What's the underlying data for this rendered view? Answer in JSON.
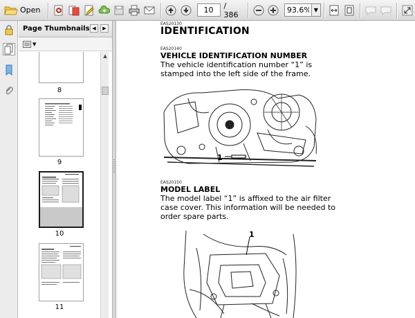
{
  "toolbar": {
    "open_label": "Open",
    "page_current": "10",
    "page_separator": "/",
    "page_total": "386",
    "zoom_value": "93.6%"
  },
  "panel": {
    "title": "Page Thumbnails",
    "thumbnails": [
      {
        "label": "8"
      },
      {
        "label": "9"
      },
      {
        "label": "10"
      },
      {
        "label": "11"
      }
    ]
  },
  "document": {
    "section_code": "EAS20130",
    "title": "IDENTIFICATION",
    "vin": {
      "code": "EAS20140",
      "heading": "VEHICLE IDENTIFICATION NUMBER",
      "text_line1": "The vehicle identification number “1” is",
      "text_line2": "stamped into the left side of the frame.",
      "callout": "1"
    },
    "model_label": {
      "code": "EAS20150",
      "heading": "MODEL LABEL",
      "text_line1": "The model label “1” is affixed to the air filter",
      "text_line2": "case cover. This information will be needed to",
      "text_line3": "order spare parts.",
      "callout": "1"
    }
  },
  "icons": {
    "open": "folder-open-icon",
    "zoom_in": "plus-icon",
    "zoom_out": "minus-icon"
  }
}
